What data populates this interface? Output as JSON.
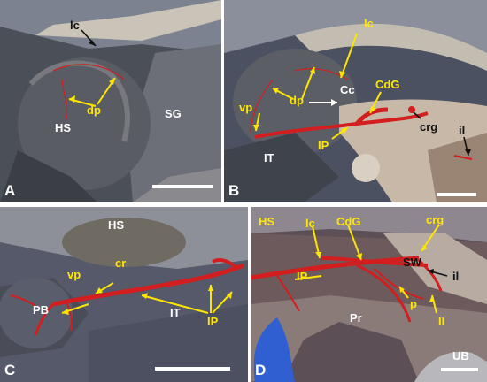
{
  "panels": {
    "a": {
      "letter": "A",
      "labels": {
        "lc": "lc",
        "dp": "dp",
        "hs": "HS",
        "sg": "SG"
      }
    },
    "b": {
      "letter": "B",
      "labels": {
        "lc": "lc",
        "dp": "dp",
        "cc": "Cc",
        "cdg": "CdG",
        "vp": "vp",
        "crg": "crg",
        "il": "il",
        "it": "IT",
        "ip": "IP"
      }
    },
    "c": {
      "letter": "C",
      "labels": {
        "hs": "HS",
        "vp": "vp",
        "cr": "cr",
        "pb": "PB",
        "it": "IT",
        "ip": "IP"
      }
    },
    "d": {
      "letter": "D",
      "labels": {
        "hs": "HS",
        "lc": "lc",
        "cdg": "CdG",
        "crg": "crg",
        "sw": "SW",
        "il": "il",
        "ip": "IP",
        "pr": "Pr",
        "p": "p",
        "ii": "II",
        "ub": "UB"
      }
    }
  },
  "colors": {
    "artery": "#d21e1e",
    "arrow_yellow": "#ffe600",
    "arrow_black": "#111111",
    "label_white": "#ffffff",
    "background_blue": "#2f5fd0"
  }
}
